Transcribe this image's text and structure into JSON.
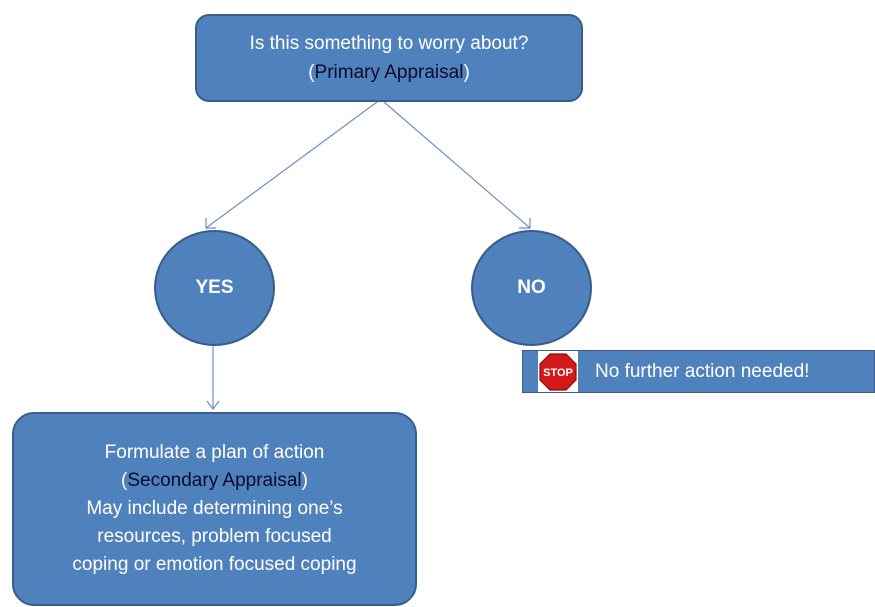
{
  "top_node": {
    "line1": "Is this something to worry about?",
    "open_paren": "(",
    "term": "Primary Appraisal",
    "close_paren": ")"
  },
  "yes_node": {
    "label": "YES"
  },
  "no_node": {
    "label": "NO"
  },
  "stop_banner": {
    "sign_text": "STOP",
    "message": "No further action needed!"
  },
  "bottom_node": {
    "line1": "Formulate a plan of action",
    "open_paren": "(",
    "term": "Secondary Appraisal",
    "close_paren": ")",
    "line3": "May include determining one’s",
    "line4": "resources, problem focused",
    "line5": "coping or emotion focused coping"
  },
  "colors": {
    "node_fill": "#4f81bd",
    "node_border": "#385d8a",
    "connector": "#6a8fc7",
    "stop_red": "#d21a1a",
    "term_text": "#0b0b2e"
  }
}
